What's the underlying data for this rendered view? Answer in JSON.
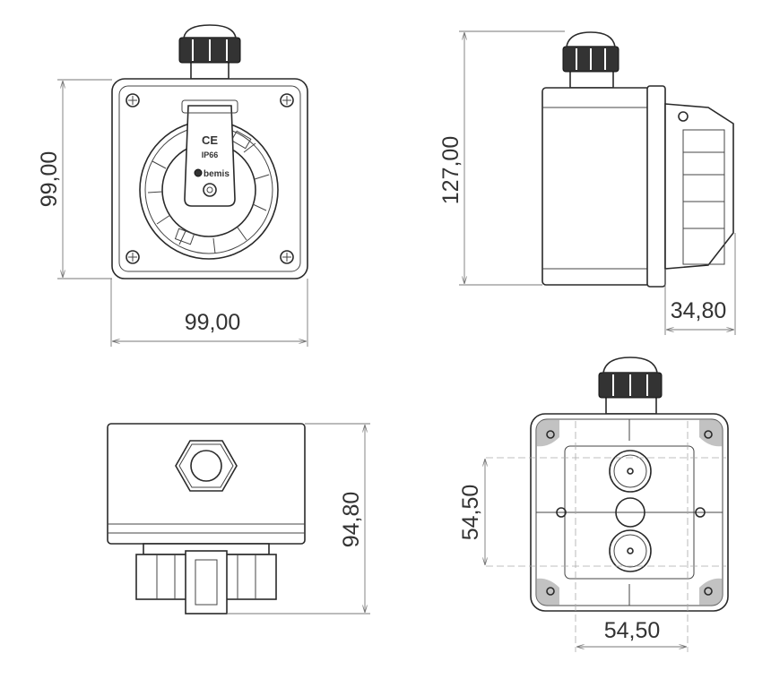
{
  "dimensions": {
    "front_height": "99,00",
    "front_width": "99,00",
    "side_height": "127,00",
    "side_depth": "34,80",
    "bottom_height": "94,80",
    "rear_vertical_spacing": "54,50",
    "rear_horizontal_spacing": "54,50"
  },
  "marking": {
    "ce": "CE",
    "ip": "IP66",
    "brand": "bemis"
  }
}
